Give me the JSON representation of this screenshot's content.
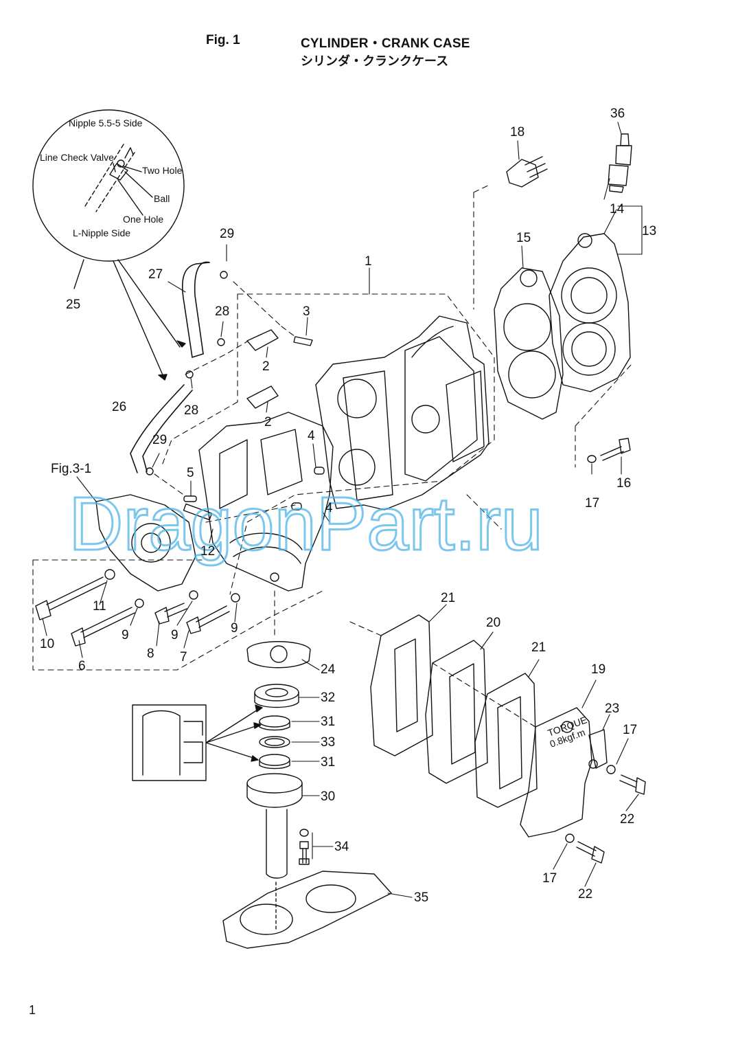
{
  "header": {
    "fig_label": "Fig. 1",
    "title": "CYLINDER・CRANK CASE",
    "subtitle_jp": "シリンダ・クランクケース"
  },
  "detail_circle": {
    "top_label": "Nipple 5.5-5 Side",
    "valve_label": "Line Check Valve",
    "two_hole_label": "Two Hole",
    "ball_label": "Ball",
    "one_hole_label": "One Hole",
    "bottom_label": "L-Nipple Side"
  },
  "reference": "Fig.3-1",
  "watermark": "DragonPart.ru",
  "callouts": {
    "c1": "1",
    "c2a": "2",
    "c2b": "2",
    "c3": "3",
    "c4a": "4",
    "c4b": "4",
    "c5": "5",
    "c6": "6",
    "c7": "7",
    "c8": "8",
    "c9a": "9",
    "c9b": "9",
    "c9c": "9",
    "c10": "10",
    "c11": "11",
    "c12": "12",
    "c13": "13",
    "c14": "14",
    "c15": "15",
    "c16": "16",
    "c17a": "17",
    "c17b": "17",
    "c17c": "17",
    "c18": "18",
    "c19": "19",
    "c20": "20",
    "c21a": "21",
    "c21b": "21",
    "c22a": "22",
    "c22b": "22",
    "c23": "23",
    "c24": "24",
    "c25": "25",
    "c26": "26",
    "c27": "27",
    "c28a": "28",
    "c28b": "28",
    "c29a": "29",
    "c29b": "29",
    "c30": "30",
    "c31a": "31",
    "c31b": "31",
    "c32": "32",
    "c33": "33",
    "c34": "34",
    "c35": "35",
    "c36": "36"
  },
  "cover_text": {
    "line1": "TORQUE",
    "line2": "0.8kgf.m"
  },
  "page_number": "1"
}
